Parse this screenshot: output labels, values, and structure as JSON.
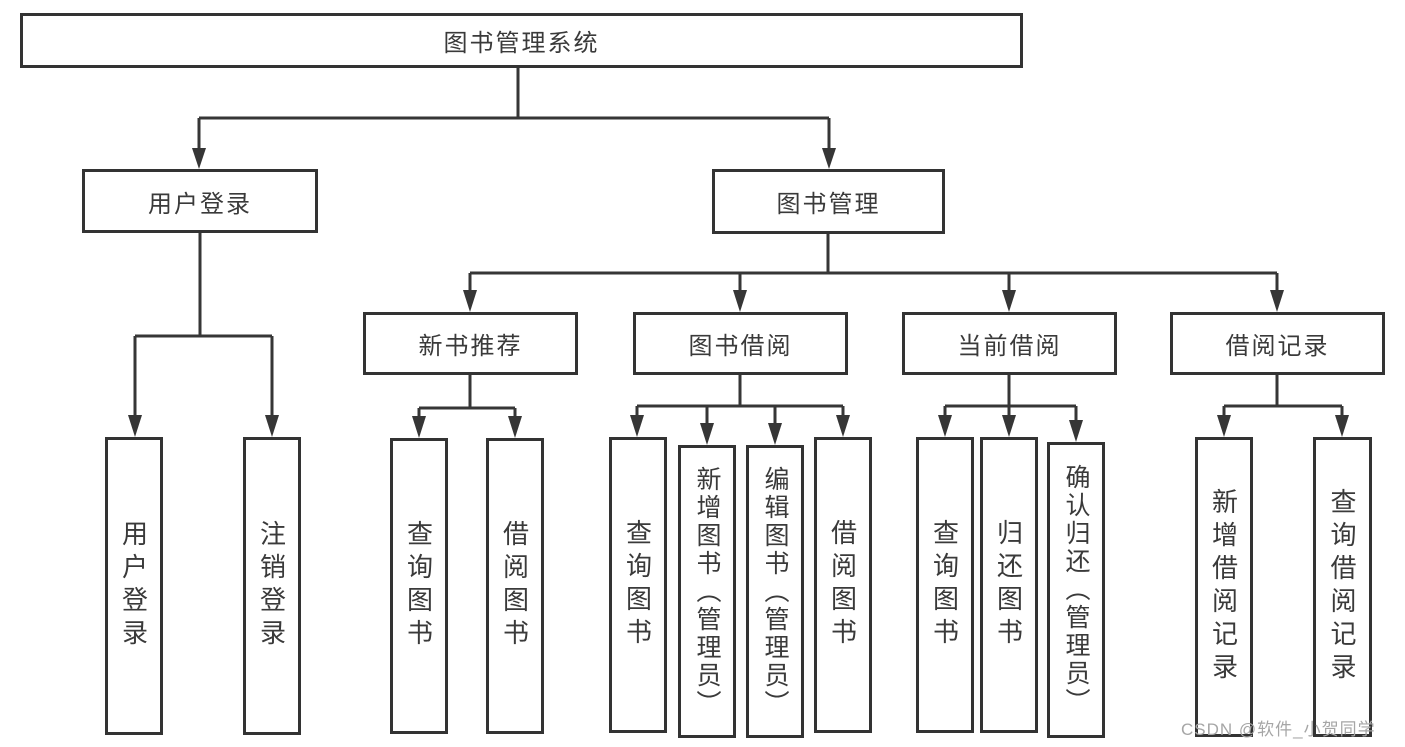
{
  "diagram": {
    "root": {
      "label": "图书管理系统"
    },
    "branches": [
      {
        "label": "用户登录",
        "children": [
          {
            "label": "用户登录"
          },
          {
            "label": "注销登录"
          }
        ]
      },
      {
        "label": "图书管理",
        "children": [
          {
            "label": "新书推荐",
            "children": [
              {
                "label": "查询图书"
              },
              {
                "label": "借阅图书"
              }
            ]
          },
          {
            "label": "图书借阅",
            "children": [
              {
                "label": "查询图书"
              },
              {
                "label": "新增图书（管理员）"
              },
              {
                "label": "编辑图书（管理员）"
              },
              {
                "label": "借阅图书"
              }
            ]
          },
          {
            "label": "当前借阅",
            "children": [
              {
                "label": "查询图书"
              },
              {
                "label": "归还图书"
              },
              {
                "label": "确认归还（管理员）"
              }
            ]
          },
          {
            "label": "借阅记录",
            "children": [
              {
                "label": "新增借阅记录"
              },
              {
                "label": "查询借阅记录"
              }
            ]
          }
        ]
      }
    ],
    "watermark": "CSDN @软件_小贺同学",
    "colors": {
      "line": "#363636",
      "box_border": "#333333",
      "text": "#3a3a3a",
      "watermark": "#a6a6a6",
      "background": "#ffffff"
    }
  }
}
